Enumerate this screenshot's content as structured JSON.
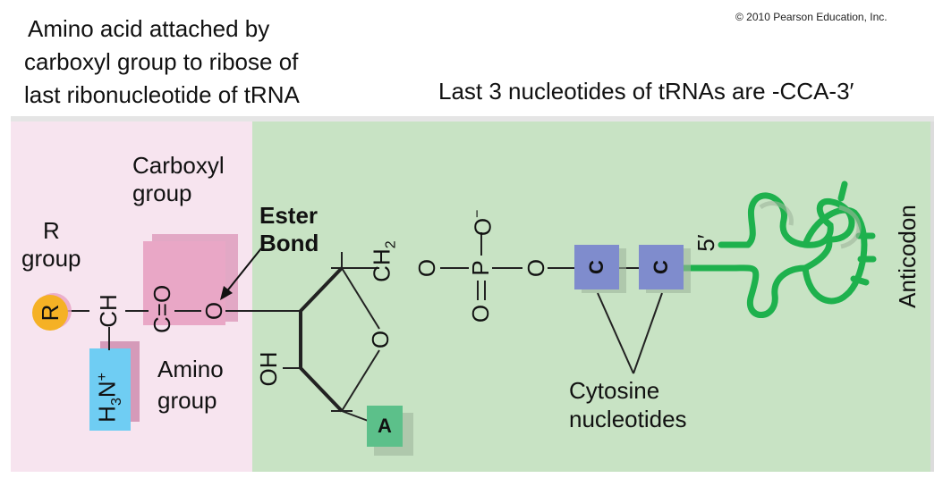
{
  "copyright": "© 2010 Pearson Education, Inc.",
  "captions": {
    "left_line1": "Amino acid attached by",
    "left_line2": "carboxyl group to ribose of",
    "left_line3": "last ribonucleotide of tRNA",
    "right": "Last 3 nucleotides of tRNAs are -CCA-3′"
  },
  "labels": {
    "r_group_1": "R",
    "r_group_2": "group",
    "carboxyl_1": "Carboxyl",
    "carboxyl_2": "group",
    "ester_1": "Ester",
    "ester_2": "Bond",
    "amino_1": "Amino",
    "amino_2": "group",
    "cytosine_1": "Cytosine",
    "cytosine_2": "nucleotides",
    "anticodon": "Anticodon",
    "five_prime": "5′"
  },
  "atoms": {
    "r": "R",
    "ch": "CH",
    "c_double_o": "C=O",
    "o_ester": "O",
    "ch2_main": "CH",
    "ch2_sub": "2",
    "o_link1": "O",
    "p": "P",
    "o_top": "O",
    "o_top_charge": "−",
    "o_bottom": "O",
    "o_link2": "O",
    "oh": "OH",
    "o_ring": "O",
    "h3n_h": "H",
    "h3n_3": "3",
    "h3n_n": "N",
    "h3n_plus": "+"
  },
  "nucleotides": {
    "c1": "C",
    "c2": "C",
    "a": "A"
  },
  "colors": {
    "pink_panel": "#f7e4ef",
    "green_panel": "#c8e3c4",
    "pink_box": "#e7a1c3",
    "orange_r": "#f5b125",
    "cyan_box": "#6fcdf3",
    "blue_c": "#7f8ccd",
    "green_a": "#5cc08a",
    "trna_green": "#1eb14d",
    "shadow": "#9fb69c"
  }
}
